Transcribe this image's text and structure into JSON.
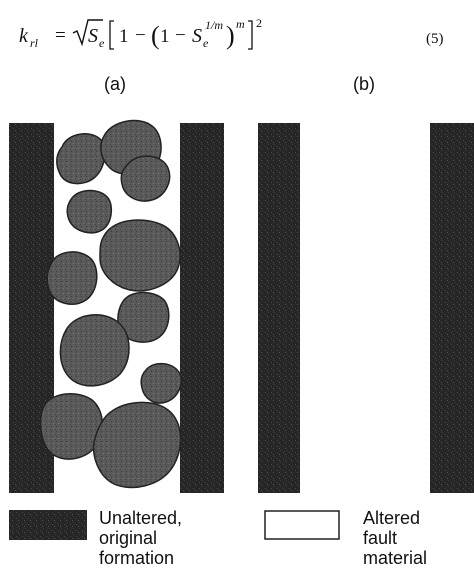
{
  "equation": {
    "number": "(5)",
    "lhs_symbol": "k",
    "lhs_subscript": "rl",
    "radicand_symbol": "S",
    "radicand_subscript": "e",
    "one": "1",
    "inner_symbol": "S",
    "inner_subscript": "e",
    "inner_exponent": "1/m",
    "outer_exponent": "m",
    "square_exponent": "2"
  },
  "figure": {
    "panel_a_label": "(a)",
    "panel_b_label": "(b)"
  },
  "legend": {
    "unaltered_line1": "Unaltered,",
    "unaltered_line2": "original",
    "unaltered_line3": "formation",
    "altered_line1": "Altered",
    "altered_line2": "fault",
    "altered_line3": "material"
  },
  "colors": {
    "formation": "#2a2a2a",
    "clast": "#5a5a5a",
    "fault_material": "#ffffff"
  }
}
